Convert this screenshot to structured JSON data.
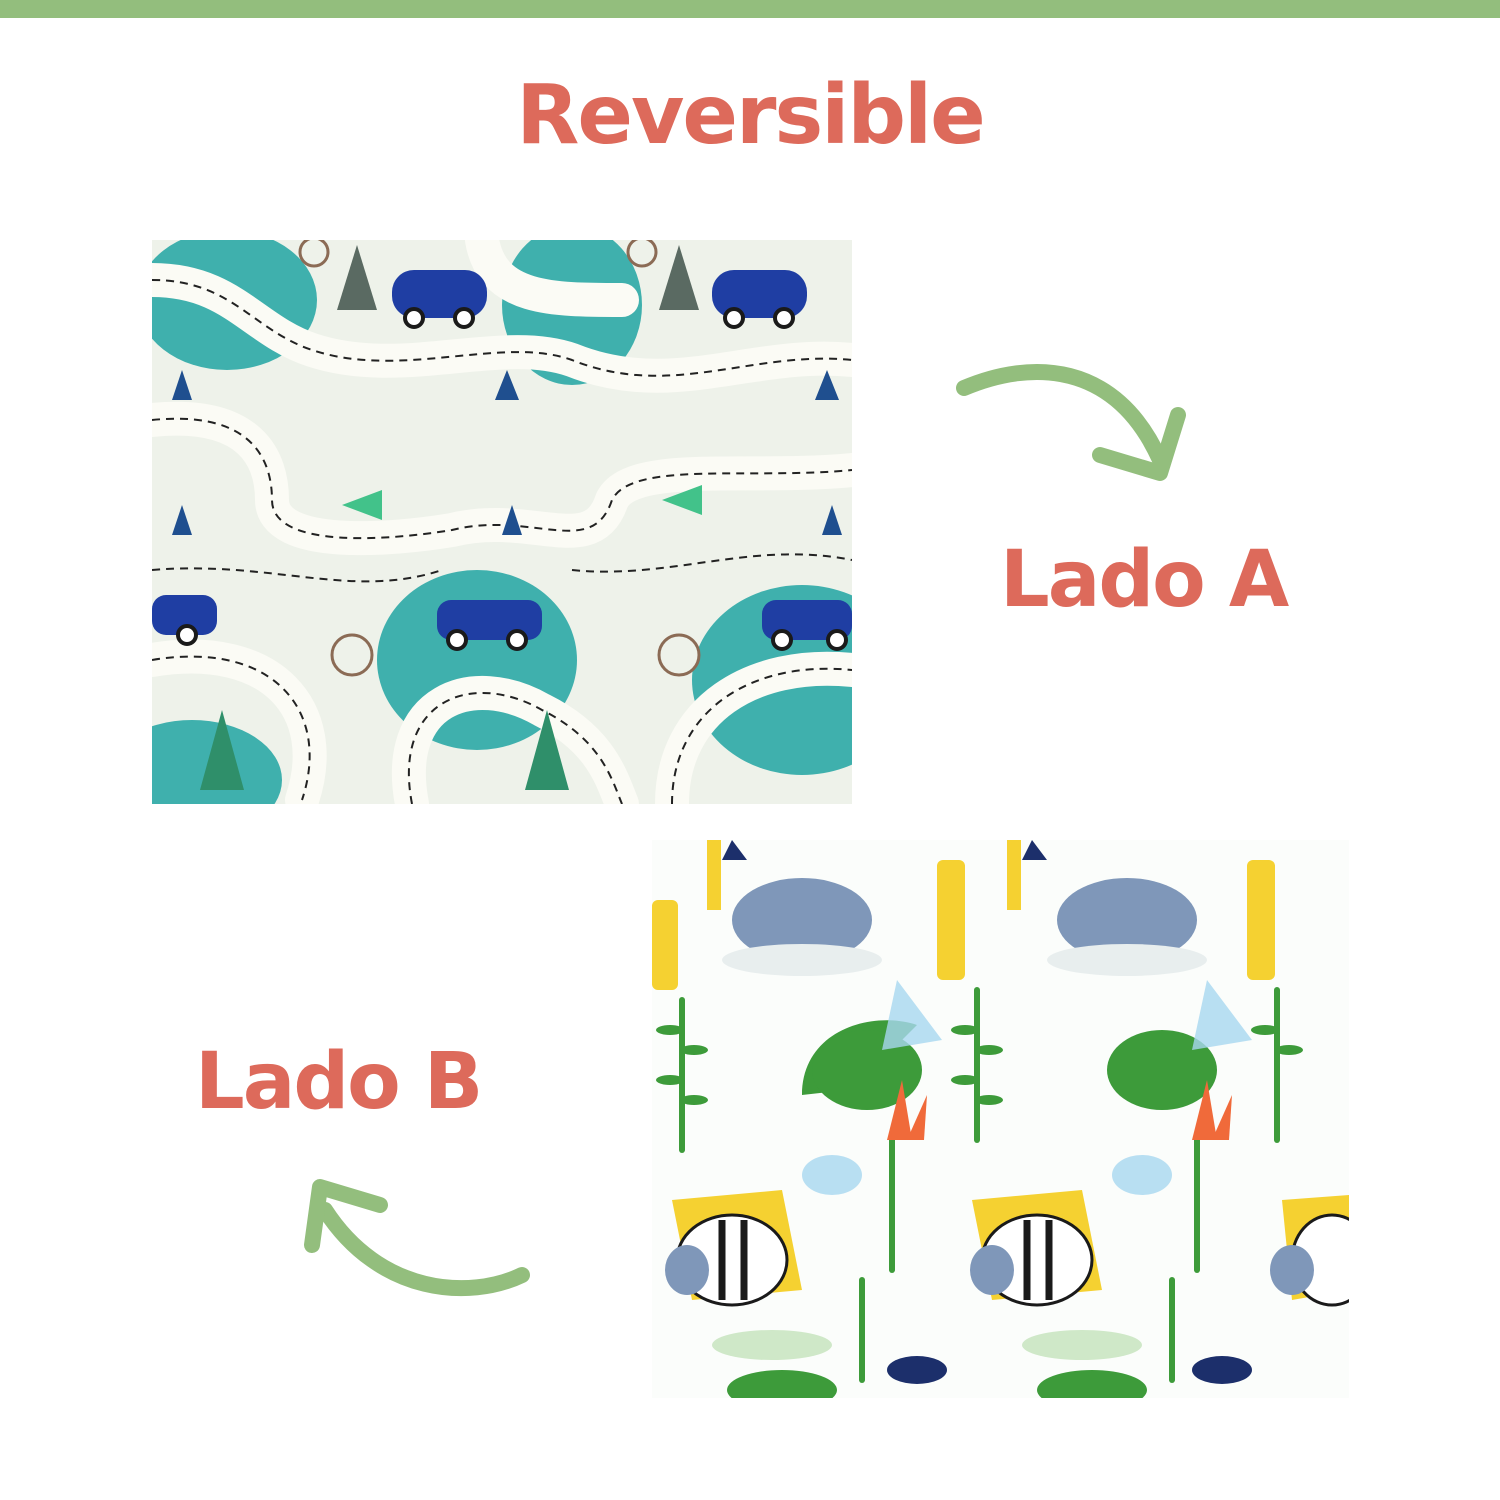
{
  "title": "Reversible",
  "side_a": {
    "label": "Lado A",
    "theme": "roads-cars-trees"
  },
  "side_b": {
    "label": "Lado B",
    "theme": "jungle-animals"
  },
  "colors": {
    "accent_green": "#93be7d",
    "text_coral": "#dd6a5b",
    "mat_a_bg": "#eef2ea",
    "mat_a_teal": "#3fb0ad",
    "mat_a_blue": "#1f3ea3",
    "mat_b_bg": "#fbfdfb",
    "mat_b_green": "#3d9b3a",
    "mat_b_yellow": "#f5d131"
  }
}
